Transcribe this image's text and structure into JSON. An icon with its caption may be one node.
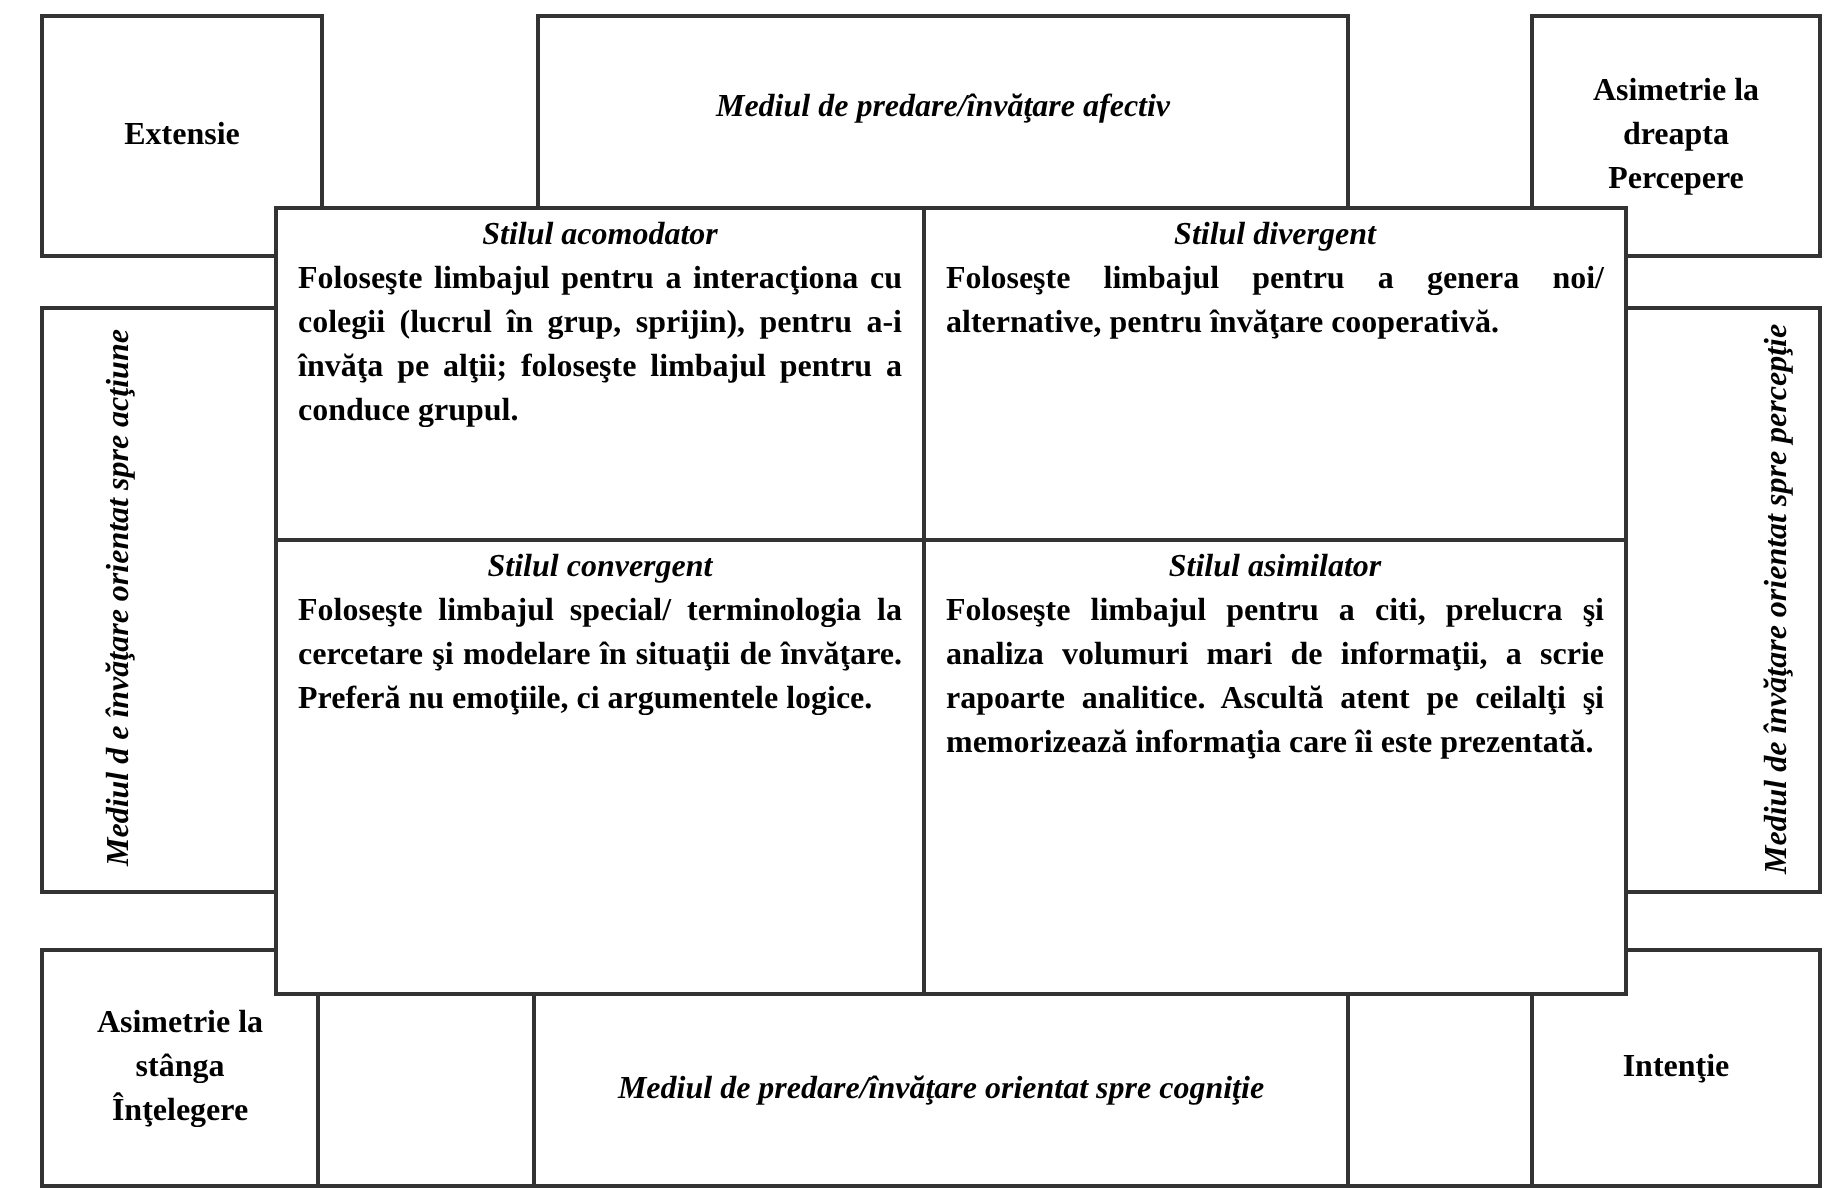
{
  "diagram": {
    "nodes": [
      {
        "text": [
          "Extensie"
        ]
      },
      {
        "text": [
          "Mediul de predare/învăţare afectiv"
        ]
      },
      {
        "text": [
          "Asimetrie la dreapta Percepere"
        ]
      },
      {
        "text": [
          "Mediul d e învăţare orientat spre acţiune"
        ]
      },
      {
        "text": [
          "Stilul acomodator",
          "Foloseşte limbajul pentru a interacţiona cu colegii (lucrul în grup, sprijin), pentru a-i învăţa pe alţii; foloseşte limbajul pentru a conduce grupul."
        ]
      },
      {
        "text": [
          "Stilul divergent",
          "Foloseşte limbajul pentru a genera noi/ alternative, pentru învăţare cooperativă."
        ]
      },
      {
        "text": [
          "Stilul convergent",
          "Foloseşte limbajul special/ terminologia la cercetare şi modelare în situaţii de învăţare. Preferă nu emoţiile, ci argumentele logice."
        ]
      },
      {
        "text": [
          "Stilul asimilator",
          "Foloseşte limbajul pentru a citi, prelucra şi analiza volumuri mari de informaţii, a scrie rapoarte analitice. Ascultă atent pe ceilalţi şi memorizează informaţia care îi este prezentată."
        ]
      },
      {
        "text": [
          "Mediul de învăţare orientat spre percepţie"
        ]
      },
      {
        "text": [
          "Asimetrie la stânga Înţelegere"
        ]
      },
      {
        "text": [],
        "shape": "box"
      },
      {
        "text": [
          "Mediul de predare/învăţare orientat spre cogniţie"
        ]
      },
      {
        "text": [],
        "shape": "box"
      },
      {
        "text": [
          "Intenţie"
        ]
      }
    ]
  }
}
